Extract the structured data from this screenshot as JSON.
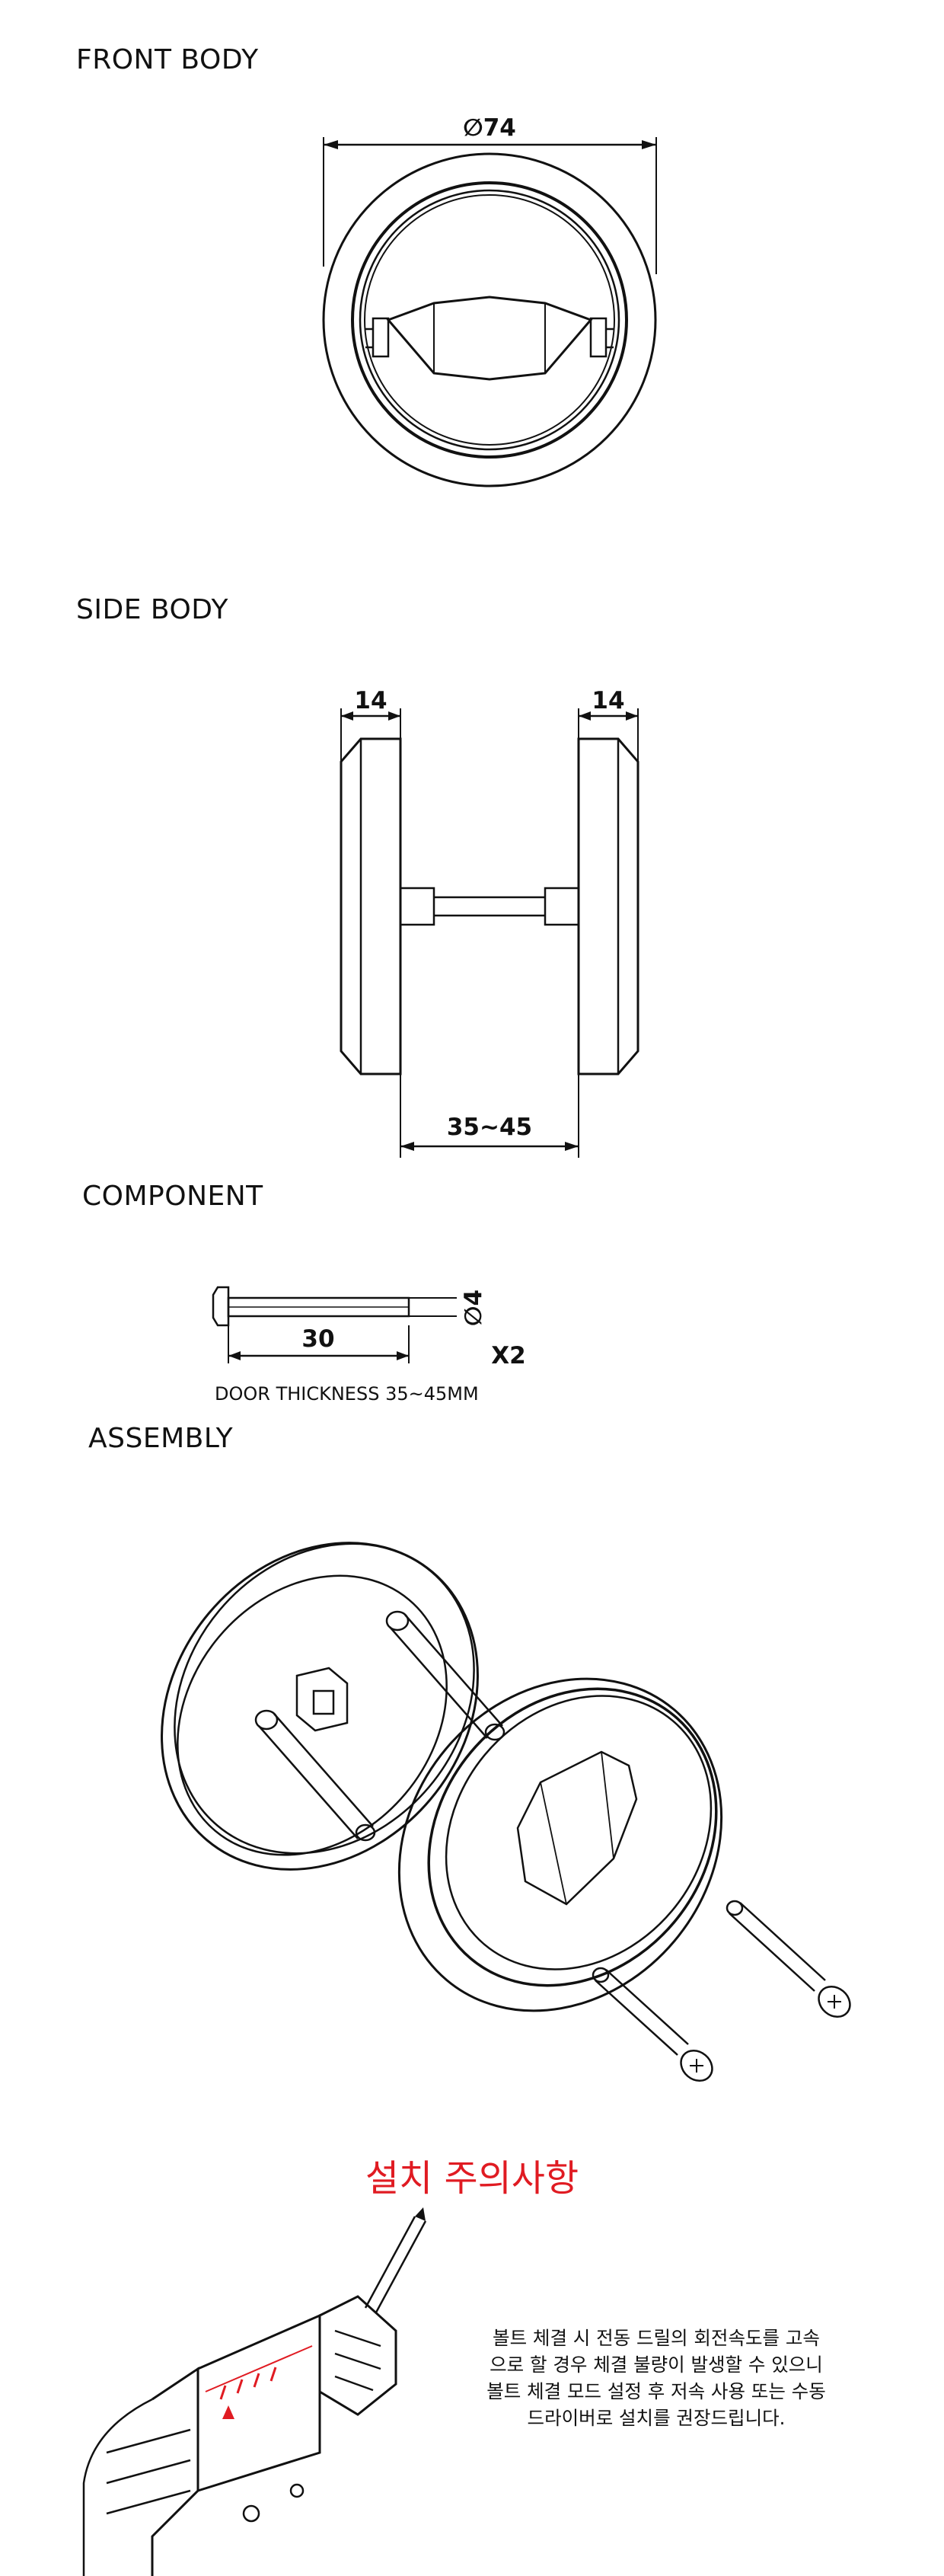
{
  "sections": {
    "front_body": "FRONT BODY",
    "side_body": "SIDE BODY",
    "component": "COMPONENT",
    "assembly": "ASSEMBLY"
  },
  "dimensions": {
    "front_diameter": "∅74",
    "side_left_thickness": "14",
    "side_right_thickness": "14",
    "door_range": "35~45",
    "screw_length": "30",
    "screw_diameter": "∅4",
    "screw_qty": "X2",
    "door_thickness_note": "DOOR THICKNESS 35~45MM"
  },
  "caution": {
    "title": "설치 주의사항",
    "lines": [
      "볼트 체결 시 전동 드릴의 회전속도를 고속",
      "으로 할 경우 체결 불량이 발생할 수 있으니",
      "볼트 체결 모드 설정 후 저속 사용 또는 수동",
      "드라이버로 설치를 권장드립니다."
    ]
  },
  "colors": {
    "line": "#111111",
    "caution_title": "#e01b22",
    "drill_accent": "#e01b22"
  }
}
